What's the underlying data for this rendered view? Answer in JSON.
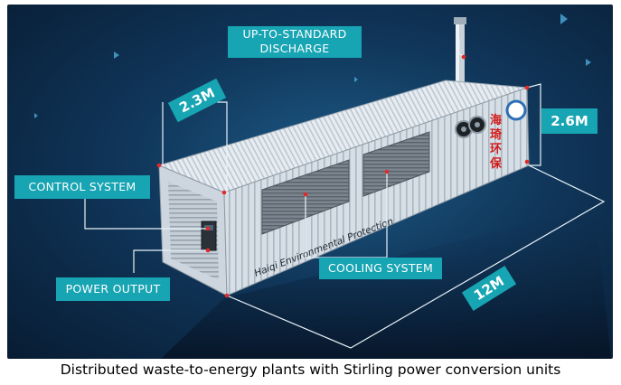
{
  "labels": {
    "discharge_line1": "UP-TO-STANDARD",
    "discharge_line2": "DISCHARGE",
    "width_dim": "2.3M",
    "height_dim": "2.6M",
    "control_system": "CONTROL SYSTEM",
    "cooling_system": "COOLING SYSTEM",
    "power_output": "POWER OUTPUT",
    "length_dim": "12M"
  },
  "container_text": {
    "side_print": "Haiqi Environmental Protection",
    "chinese_sign": [
      "海",
      "琦",
      "环",
      "保"
    ]
  },
  "caption": "Distributed waste-to-energy plants with Stirling power conversion units",
  "colors": {
    "callout": "#17a4b3",
    "background_dark": "#081c33",
    "container": "#dfe6ec",
    "sign_red": "#d21a1a"
  }
}
